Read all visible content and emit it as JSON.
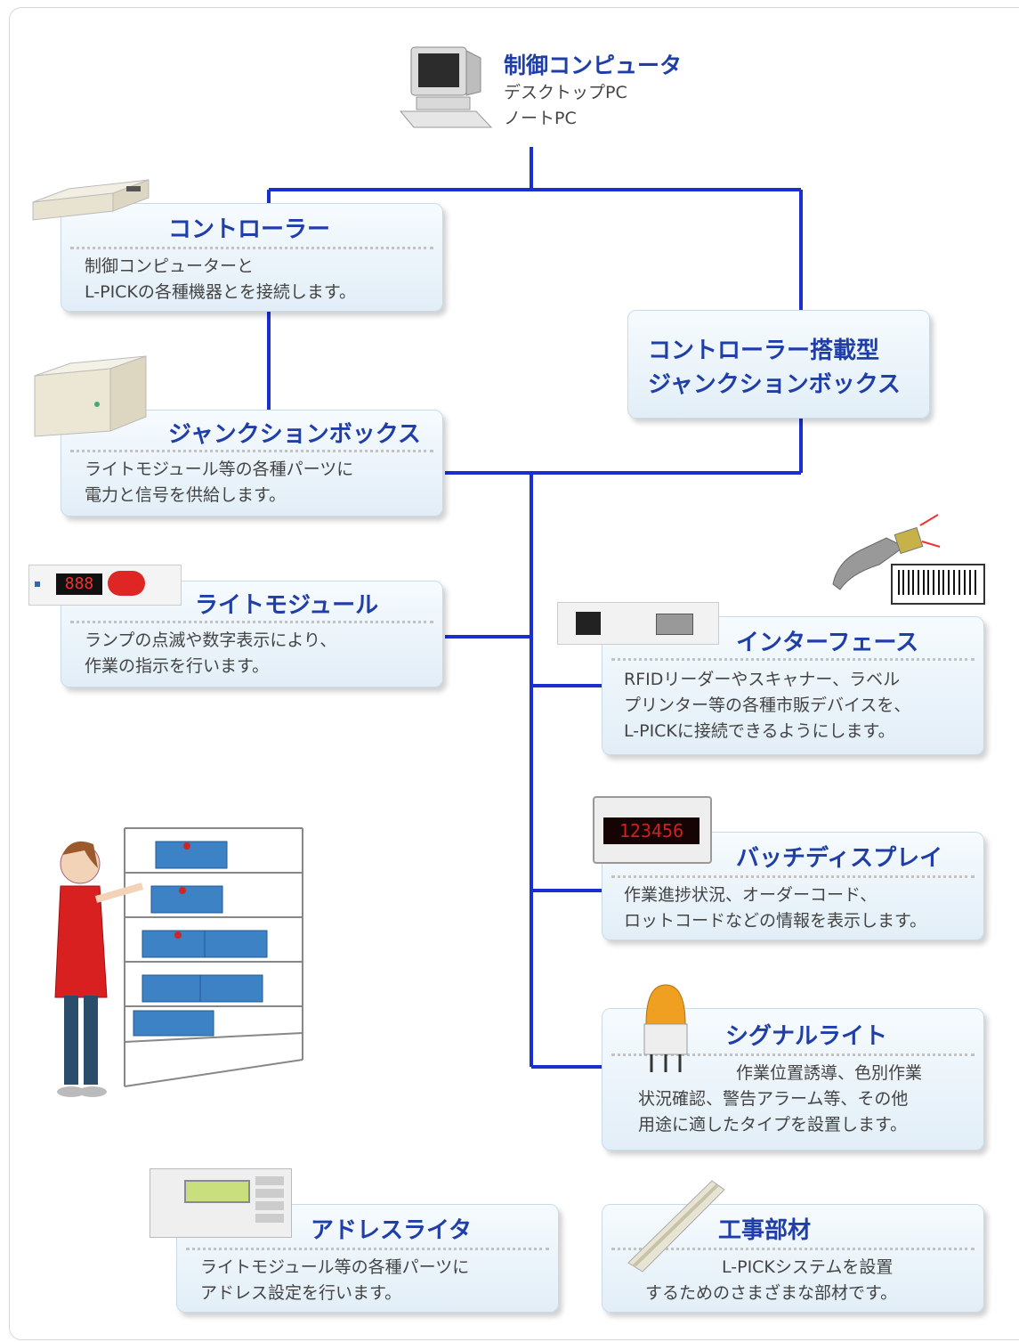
{
  "computer": {
    "title": "制御コンピュータ",
    "line1": "デスクトップPC",
    "line2": "ノートPC",
    "icon": "desktop-computer-icon"
  },
  "controller": {
    "title": "コントローラー",
    "desc1": "制御コンピューターと",
    "desc2": "L-PICKの各種機器とを接続します。"
  },
  "controller_jb": {
    "title1": "コントローラー搭載型",
    "title2": "ジャンクションボックス"
  },
  "junction_box": {
    "title": "ジャンクションボックス",
    "desc1": "ライトモジュール等の各種パーツに",
    "desc2": "電力と信号を供給します。"
  },
  "light_module": {
    "title": "ライトモジュール",
    "desc1": "ランプの点滅や数字表示により、",
    "desc2": "作業の指示を行います。",
    "display": "888"
  },
  "interface": {
    "title": "インターフェース",
    "desc1": "RFIDリーダーやスキャナー、ラベル",
    "desc2": "プリンター等の各種市販デバイスを、",
    "desc3": "L-PICKに接続できるようにします。"
  },
  "batch_display": {
    "title": "バッチディスプレイ",
    "desc1": "作業進捗状況、オーダーコード、",
    "desc2": "ロットコードなどの情報を表示します。",
    "display": "123456"
  },
  "signal_light": {
    "title": "シグナルライト",
    "desc1": "作業位置誘導、色別作業",
    "desc2": "状況確認、警告アラーム等、その他",
    "desc3": "用途に適したタイプを設置します。"
  },
  "address_writer": {
    "title": "アドレスライタ",
    "desc1": "ライトモジュール等の各種パーツに",
    "desc2": "アドレス設定を行います。"
  },
  "construction": {
    "title": "工事部材",
    "desc1": "L-PICKシステムを設置",
    "desc2": "するためのさまざまな部材です。"
  },
  "colors": {
    "line": "#1a2fd0",
    "title": "#1f3ea8",
    "card_top": "#f6fbfe",
    "card_bottom": "#e2eef7"
  }
}
